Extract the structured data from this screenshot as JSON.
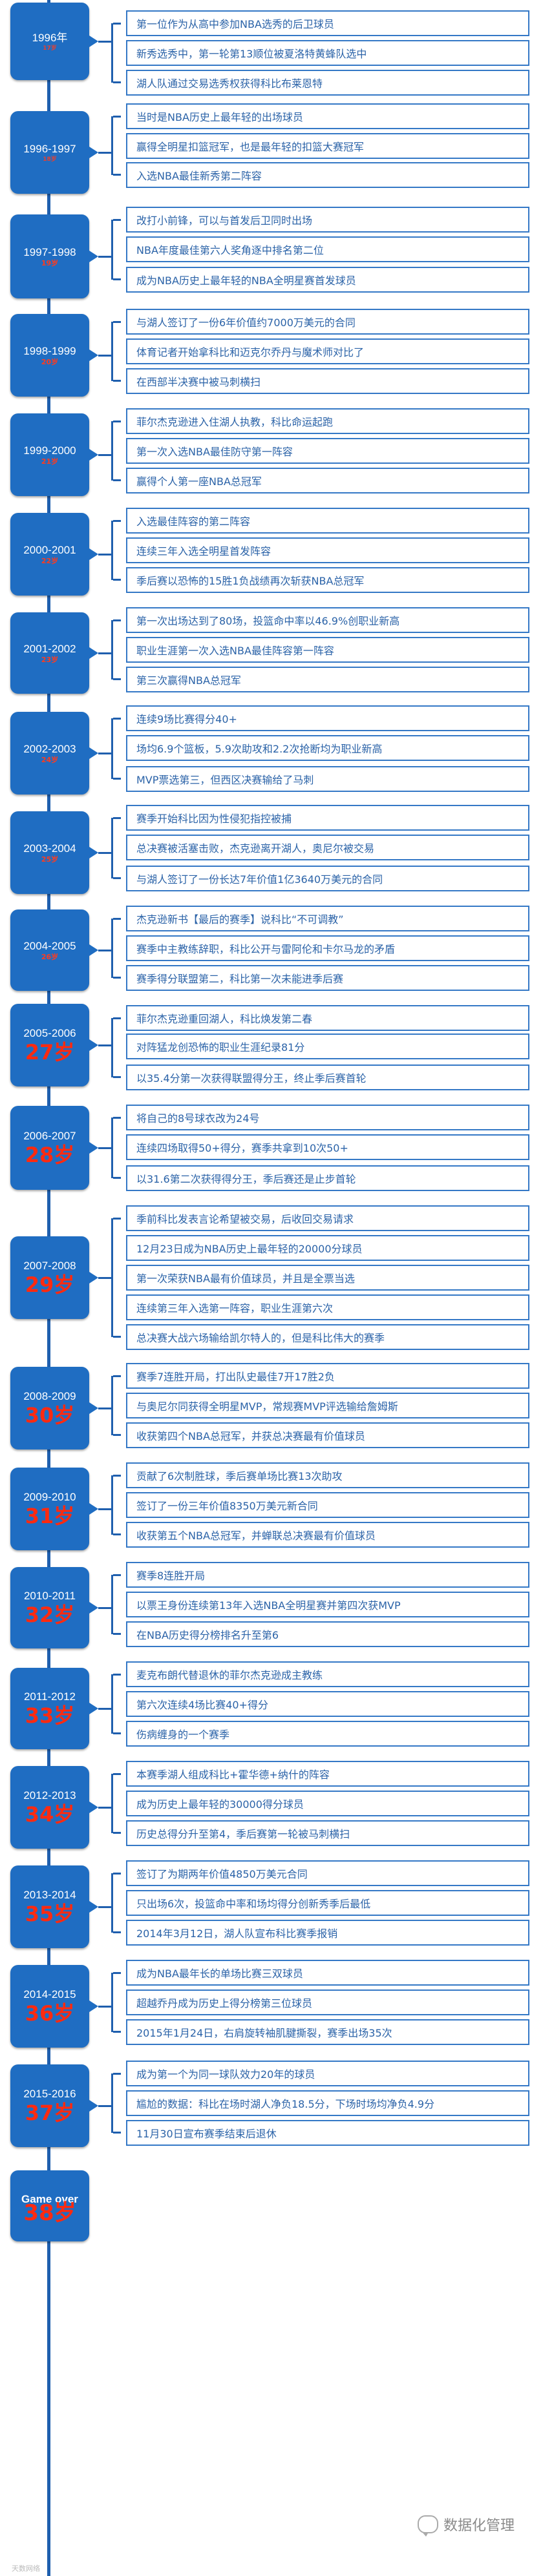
{
  "colors": {
    "accent": "#1f6dc2",
    "age_red": "#ff3b1f",
    "event_text": "#2b63a8",
    "event_border": "#3478c6"
  },
  "seasons": [
    {
      "year": "1996年",
      "age": "17岁",
      "events": [
        "第一位作为从高中参加NBA选秀的后卫球员",
        "新秀选秀中，第一轮第13顺位被夏洛特黄蜂队选中",
        "湖人队通过交易选秀权获得科比布莱恩特"
      ]
    },
    {
      "year": "1996-1997",
      "age": "18岁",
      "events": [
        "当时是NBA历史上最年轻的出场球员",
        "赢得全明星扣篮冠军，也是最年轻的扣篮大赛冠军",
        "入选NBA最佳新秀第二阵容"
      ]
    },
    {
      "year": "1997-1998",
      "age": "19岁",
      "events": [
        "改打小前锋，可以与首发后卫同时出场",
        "NBA年度最佳第六人奖角逐中排名第二位",
        "成为NBA历史上最年轻的NBA全明星赛首发球员"
      ]
    },
    {
      "year": "1998-1999",
      "age": "20岁",
      "events": [
        "与湖人签订了一份6年价值约7000万美元的合同",
        "体育记者开始拿科比和迈克尔乔丹与魔术师对比了",
        "在西部半决赛中被马刺横扫"
      ]
    },
    {
      "year": "1999-2000",
      "age": "21岁",
      "events": [
        "菲尔杰克逊进入住湖人执教，科比命运起跑",
        "第一次入选NBA最佳防守第一阵容",
        "赢得个人第一座NBA总冠军"
      ]
    },
    {
      "year": "2000-2001",
      "age": "22岁",
      "events": [
        "入选最佳阵容的第二阵容",
        "连续三年入选全明星首发阵容",
        "季后赛以恐怖的15胜1负战绩再次斩获NBA总冠军"
      ]
    },
    {
      "year": "2001-2002",
      "age": "23岁",
      "events": [
        "第一次出场达到了80场，投篮命中率以46.9%创职业新高",
        "职业生涯第一次入选NBA最佳阵容第一阵容",
        "第三次赢得NBA总冠军"
      ]
    },
    {
      "year": "2002-2003",
      "age": "24岁",
      "events": [
        "连续9场比赛得分40+",
        "场均6.9个篮板，5.9次助攻和2.2次抢断均为职业新高",
        "MVP票选第三，但西区决赛输给了马刺"
      ]
    },
    {
      "year": "2003-2004",
      "age": "25岁",
      "events": [
        "赛季开始科比因为性侵犯指控被捕",
        "总决赛被活塞击败，杰克逊离开湖人，奥尼尔被交易",
        "与湖人签订了一份长达7年价值1亿3640万美元的合同"
      ]
    },
    {
      "year": "2004-2005",
      "age": "26岁",
      "events": [
        "杰克逊新书【最后的赛季】说科比“不可调教”",
        "赛季中主教练辞职，科比公开与雷阿伦和卡尔马龙的矛盾",
        "赛季得分联盟第二，科比第一次未能进季后赛"
      ]
    },
    {
      "year": "2005-2006",
      "age": "27岁",
      "events": [
        "菲尔杰克逊重回湖人，科比焕发第二春",
        "对阵猛龙创恐怖的职业生涯纪录81分",
        "以35.4分第一次获得联盟得分王，终止季后赛首轮"
      ]
    },
    {
      "year": "2006-2007",
      "age": "28岁",
      "events": [
        "将自己的8号球衣改为24号",
        "连续四场取得50+得分，赛季共拿到10次50+",
        "以31.6第二次获得得分王，季后赛还是止步首轮"
      ]
    },
    {
      "year": "2007-2008",
      "age": "29岁",
      "events": [
        "季前科比发表言论希望被交易，后收回交易请求",
        "12月23日成为NBA历史上最年轻的20000分球员",
        "第一次荣获NBA最有价值球员，并且是全票当选",
        "连续第三年入选第一阵容，职业生涯第六次",
        "总决赛大战六场输给凯尔特人的，但是科比伟大的赛季"
      ]
    },
    {
      "year": "2008-2009",
      "age": "30岁",
      "events": [
        "赛季7连胜开局，打出队史最佳7开17胜2负",
        "与奥尼尔同获得全明星MVP，常规赛MVP评选输给詹姆斯",
        "收获第四个NBA总冠军，并获总决赛最有价值球员"
      ]
    },
    {
      "year": "2009-2010",
      "age": "31岁",
      "events": [
        "贡献了6次制胜球，季后赛单场比赛13次助攻",
        "签订了一份三年价值8350万美元新合同",
        "收获第五个NBA总冠军，并蝉联总决赛最有价值球员"
      ]
    },
    {
      "year": "2010-2011",
      "age": "32岁",
      "events": [
        "赛季8连胜开局",
        "以票王身份连续第13年入选NBA全明星赛并第四次获MVP",
        "在NBA历史得分榜排名升至第6"
      ]
    },
    {
      "year": "2011-2012",
      "age": "33岁",
      "events": [
        "麦克布朗代替退休的菲尔杰克逊成主教练",
        "第六次连续4场比赛40+得分",
        "伤病缠身的一个赛季"
      ]
    },
    {
      "year": "2012-2013",
      "age": "34岁",
      "events": [
        "本赛季湖人组成科比+霍华德+纳什的阵容",
        "成为历史上最年轻的30000得分球员",
        "历史总得分升至第4，季后赛第一轮被马刺横扫"
      ]
    },
    {
      "year": "2013-2014",
      "age": "35岁",
      "events": [
        "签订了为期两年价值4850万美元合同",
        "只出场6次，投篮命中率和场均得分创新秀季后最低",
        "2014年3月12日，湖人队宣布科比赛季报销"
      ]
    },
    {
      "year": "2014-2015",
      "age": "36岁",
      "events": [
        "成为NBA最年长的单场比赛三双球员",
        "超越乔丹成为历史上得分榜第三位球员",
        "2015年1月24日，右肩旋转袖肌腱撕裂，赛季出场35次"
      ]
    },
    {
      "year": "2015-2016",
      "age": "37岁",
      "events": [
        "成为第一个为同一球队效力20年的球员",
        "尴尬的数据：科比在场时湖人净负18.5分，下场时场均净负4.9分",
        "11月30日宣布赛季结束后退休"
      ]
    },
    {
      "year": "Game over",
      "age": "38岁",
      "events": []
    }
  ],
  "watermark": {
    "text": "数据化管理"
  },
  "corner_mark": {
    "text": "天数网络"
  }
}
